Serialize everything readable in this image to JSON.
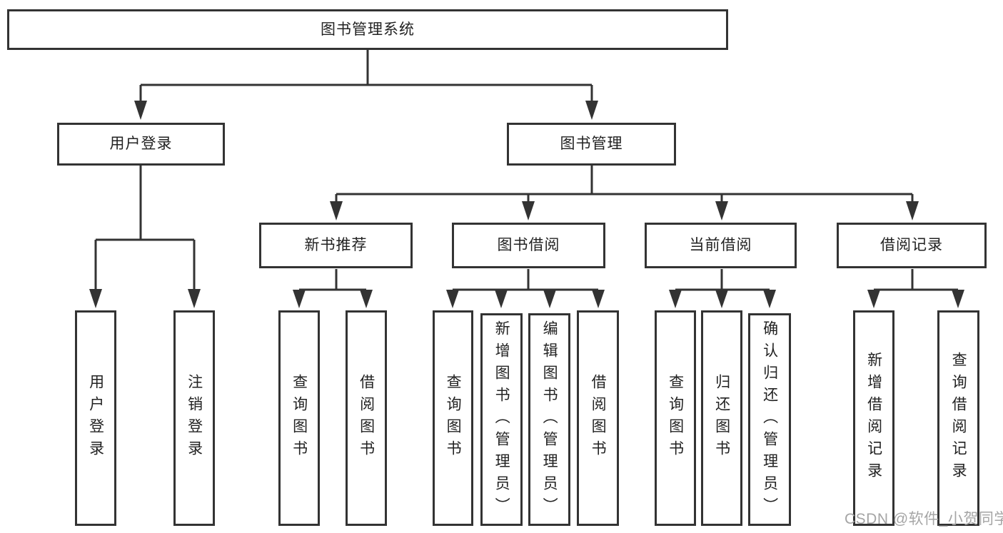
{
  "diagram": {
    "type": "hierarchy-tree",
    "title": "图书管理系统"
  },
  "colors": {
    "line": "#333333",
    "box_border": "#333333",
    "box_fill": "#ffffff",
    "text": "#222222",
    "background": "#ffffff",
    "watermark": "#a5a5a5"
  },
  "nodes": {
    "root": {
      "label": "图书管理系统"
    },
    "user_login": {
      "label": "用户登录"
    },
    "book_mgmt": {
      "label": "图书管理"
    },
    "new_book_rec": {
      "label": "新书推荐"
    },
    "book_borrow": {
      "label": "图书借阅"
    },
    "current_borrow": {
      "label": "当前借阅"
    },
    "borrow_record": {
      "label": "借阅记录"
    },
    "leaf_user_login": {
      "label": "用户登录"
    },
    "leaf_logout": {
      "label": "注销登录"
    },
    "leaf_query_book_1": {
      "label": "查询图书"
    },
    "leaf_borrow_book_1": {
      "label": "借阅图书"
    },
    "leaf_query_book_2": {
      "label": "查询图书"
    },
    "leaf_add_book": {
      "label": "新增图书（管理员）"
    },
    "leaf_edit_book": {
      "label": "编辑图书（管理员）"
    },
    "leaf_borrow_book_2": {
      "label": "借阅图书"
    },
    "leaf_query_book_3": {
      "label": "查询图书"
    },
    "leaf_return_book": {
      "label": "归还图书"
    },
    "leaf_confirm_return": {
      "label": "确认归还（管理员）"
    },
    "leaf_add_record": {
      "label": "新增借阅记录"
    },
    "leaf_query_record": {
      "label": "查询借阅记录"
    }
  },
  "hierarchy": {
    "图书管理系统": {
      "用户登录": [
        "用户登录",
        "注销登录"
      ],
      "图书管理": {
        "新书推荐": [
          "查询图书",
          "借阅图书"
        ],
        "图书借阅": [
          "查询图书",
          "新增图书（管理员）",
          "编辑图书（管理员）",
          "借阅图书"
        ],
        "当前借阅": [
          "查询图书",
          "归还图书",
          "确认归还（管理员）"
        ],
        "借阅记录": [
          "新增借阅记录",
          "查询借阅记录"
        ]
      }
    }
  },
  "watermark": {
    "text": "CSDN @软件_小贺同学"
  }
}
